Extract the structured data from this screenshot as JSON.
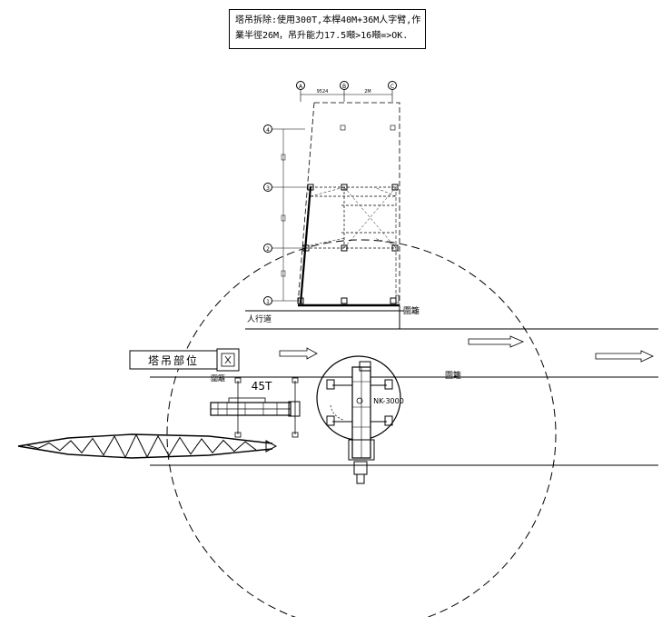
{
  "note": {
    "line1": "塔吊拆除:使用300T,本桿40M+36M人字臂,作",
    "line2": "業半徑26M，吊升能力17.5噸>16噸=>OK."
  },
  "grid": {
    "columns": [
      "A",
      "B",
      "C"
    ],
    "rows": [
      "4",
      "3",
      "2",
      "1"
    ],
    "dim_ab": "9524",
    "dim_bc": "2M"
  },
  "labels": {
    "sidewalk": "人行道",
    "fence_top": "圍籬",
    "fence_mid": "圍籬",
    "fence_left": "圍籬",
    "tower_crane_label": "塔吊部位",
    "small_crane_capacity": "45T",
    "main_crane_model": "NK-3000"
  },
  "colors": {
    "line": "#000000",
    "background": "#ffffff"
  }
}
